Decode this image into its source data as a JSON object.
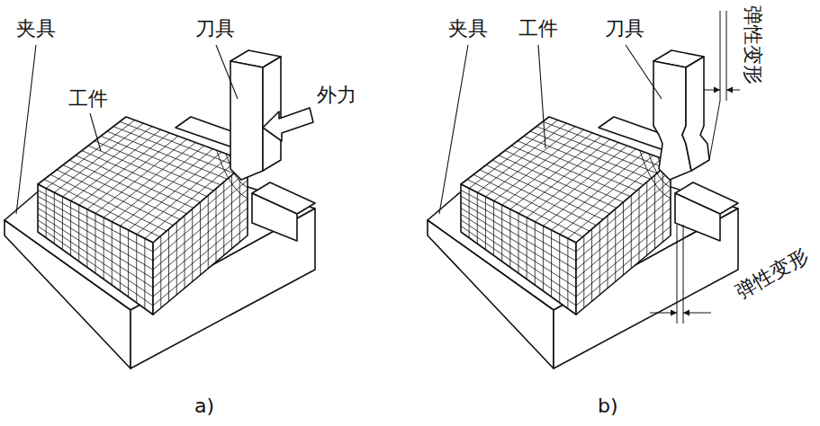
{
  "diagram": {
    "labels": [
      "夹具",
      "工件",
      "刀具",
      "外力",
      "a)",
      "夹具",
      "工件",
      "刀具",
      "弹性变形",
      "弹性变形",
      "b)"
    ]
  }
}
